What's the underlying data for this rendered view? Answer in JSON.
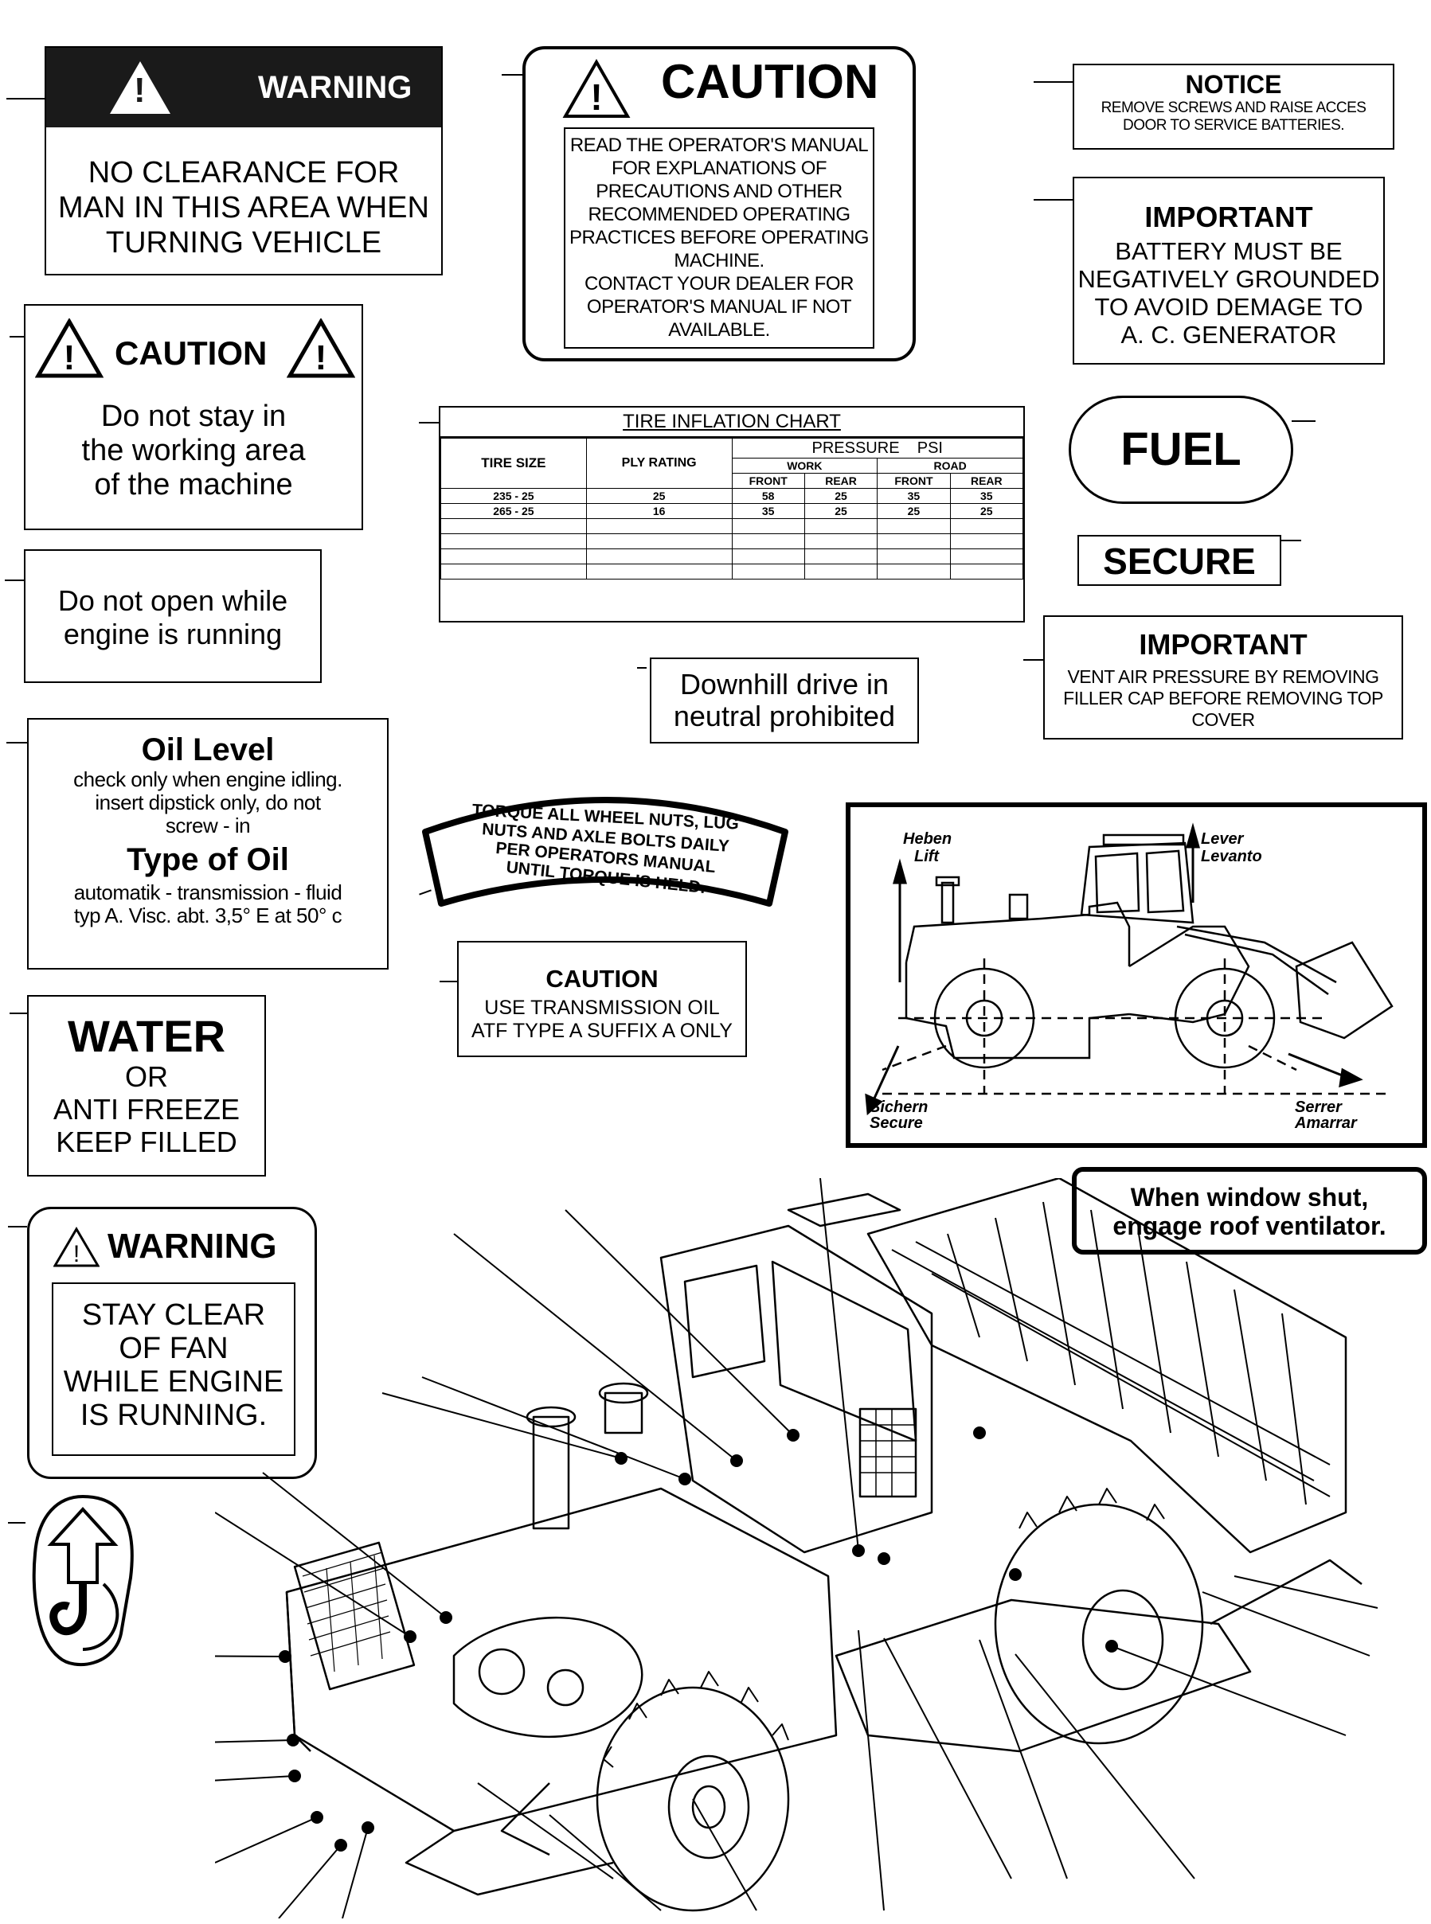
{
  "decals": {
    "warning_turning": {
      "header": "WARNING",
      "lines": [
        "NO CLEARANCE FOR",
        "MAN IN THIS AREA WHEN",
        "TURNING VEHICLE"
      ]
    },
    "caution_manual": {
      "header": "CAUTION",
      "lines": [
        "READ THE OPERATOR'S MANUAL",
        "FOR EXPLANATIONS OF",
        "PRECAUTIONS AND OTHER",
        "RECOMMENDED OPERATING",
        "PRACTICES BEFORE OPERATING",
        "MACHINE.",
        "CONTACT YOUR DEALER FOR",
        "OPERATOR'S MANUAL IF NOT",
        "AVAILABLE."
      ]
    },
    "notice_batteries": {
      "header": "NOTICE",
      "lines": [
        "REMOVE SCREWS AND RAISE ACCES",
        "DOOR TO SERVICE BATTERIES."
      ]
    },
    "important_battery": {
      "header": "IMPORTANT",
      "lines": [
        "BATTERY MUST BE",
        "NEGATIVELY GROUNDED",
        "TO AVOID DEMAGE TO",
        "A. C. GENERATOR"
      ]
    },
    "caution_working_area": {
      "header": "CAUTION",
      "lines": [
        "Do not stay in",
        "the working area",
        "of the machine"
      ]
    },
    "fuel": {
      "label": "FUEL"
    },
    "secure": {
      "label": "SECURE"
    },
    "do_not_open": {
      "lines": [
        "Do not open while",
        "engine is running"
      ]
    },
    "important_vent": {
      "header": "IMPORTANT",
      "lines": [
        "VENT AIR PRESSURE BY REMOVING",
        "FILLER CAP BEFORE REMOVING TOP",
        "COVER"
      ]
    },
    "downhill": {
      "lines": [
        "Downhill drive in",
        "neutral prohibited"
      ]
    },
    "oil_level": {
      "title1": "Oil Level",
      "lines1": [
        "check only when engine idling.",
        "insert dipstick only, do not",
        "screw - in"
      ],
      "title2": "Type of Oil",
      "lines2": [
        "automatik - transmission - fluid",
        "typ A. Visc. abt. 3,5° E at 50° c"
      ]
    },
    "torque": {
      "lines": [
        "TORQUE ALL WHEEL NUTS, LUG",
        "NUTS AND AXLE BOLTS DAILY",
        "PER OPERATORS MANUAL",
        "UNTIL TORQUE IS HELD."
      ]
    },
    "caution_transmission": {
      "header": "CAUTION",
      "lines": [
        "USE TRANSMISSION OIL",
        "ATF TYPE A SUFFIX A ONLY"
      ]
    },
    "lift_decal": {
      "lift_top": "Heben",
      "lift_bottom": "Lift",
      "lever_top": "Lever",
      "lever_bottom": "Levanto",
      "secure_top": "Sichern",
      "secure_bottom": "Secure",
      "serrer_top": "Serrer",
      "serrer_bottom": "Amarrar"
    },
    "water": {
      "title": "WATER",
      "lines": [
        "OR",
        "ANTI FREEZE",
        "KEEP FILLED"
      ]
    },
    "window": {
      "lines": [
        "When window shut,",
        "engage roof ventilator."
      ]
    },
    "warning_fan": {
      "header": "WARNING",
      "lines": [
        "STAY CLEAR",
        "OF FAN",
        "WHILE ENGINE",
        "IS RUNNING."
      ]
    }
  },
  "tire_chart": {
    "title": "TIRE INFLATION CHART",
    "pressure_label": "PRESSURE    PSI",
    "col_tire_size": "TIRE SIZE",
    "col_ply": "PLY RATING",
    "col_work": "WORK",
    "col_road": "ROAD",
    "sub_front": "FRONT",
    "sub_rear": "REAR",
    "rows": [
      {
        "size": "235 - 25",
        "ply": "25",
        "work_front": "58",
        "work_rear": "25",
        "road_front": "35",
        "road_rear": "35"
      },
      {
        "size": "265 - 25",
        "ply": "16",
        "work_front": "35",
        "work_rear": "25",
        "road_front": "25",
        "road_rear": "25"
      }
    ]
  }
}
